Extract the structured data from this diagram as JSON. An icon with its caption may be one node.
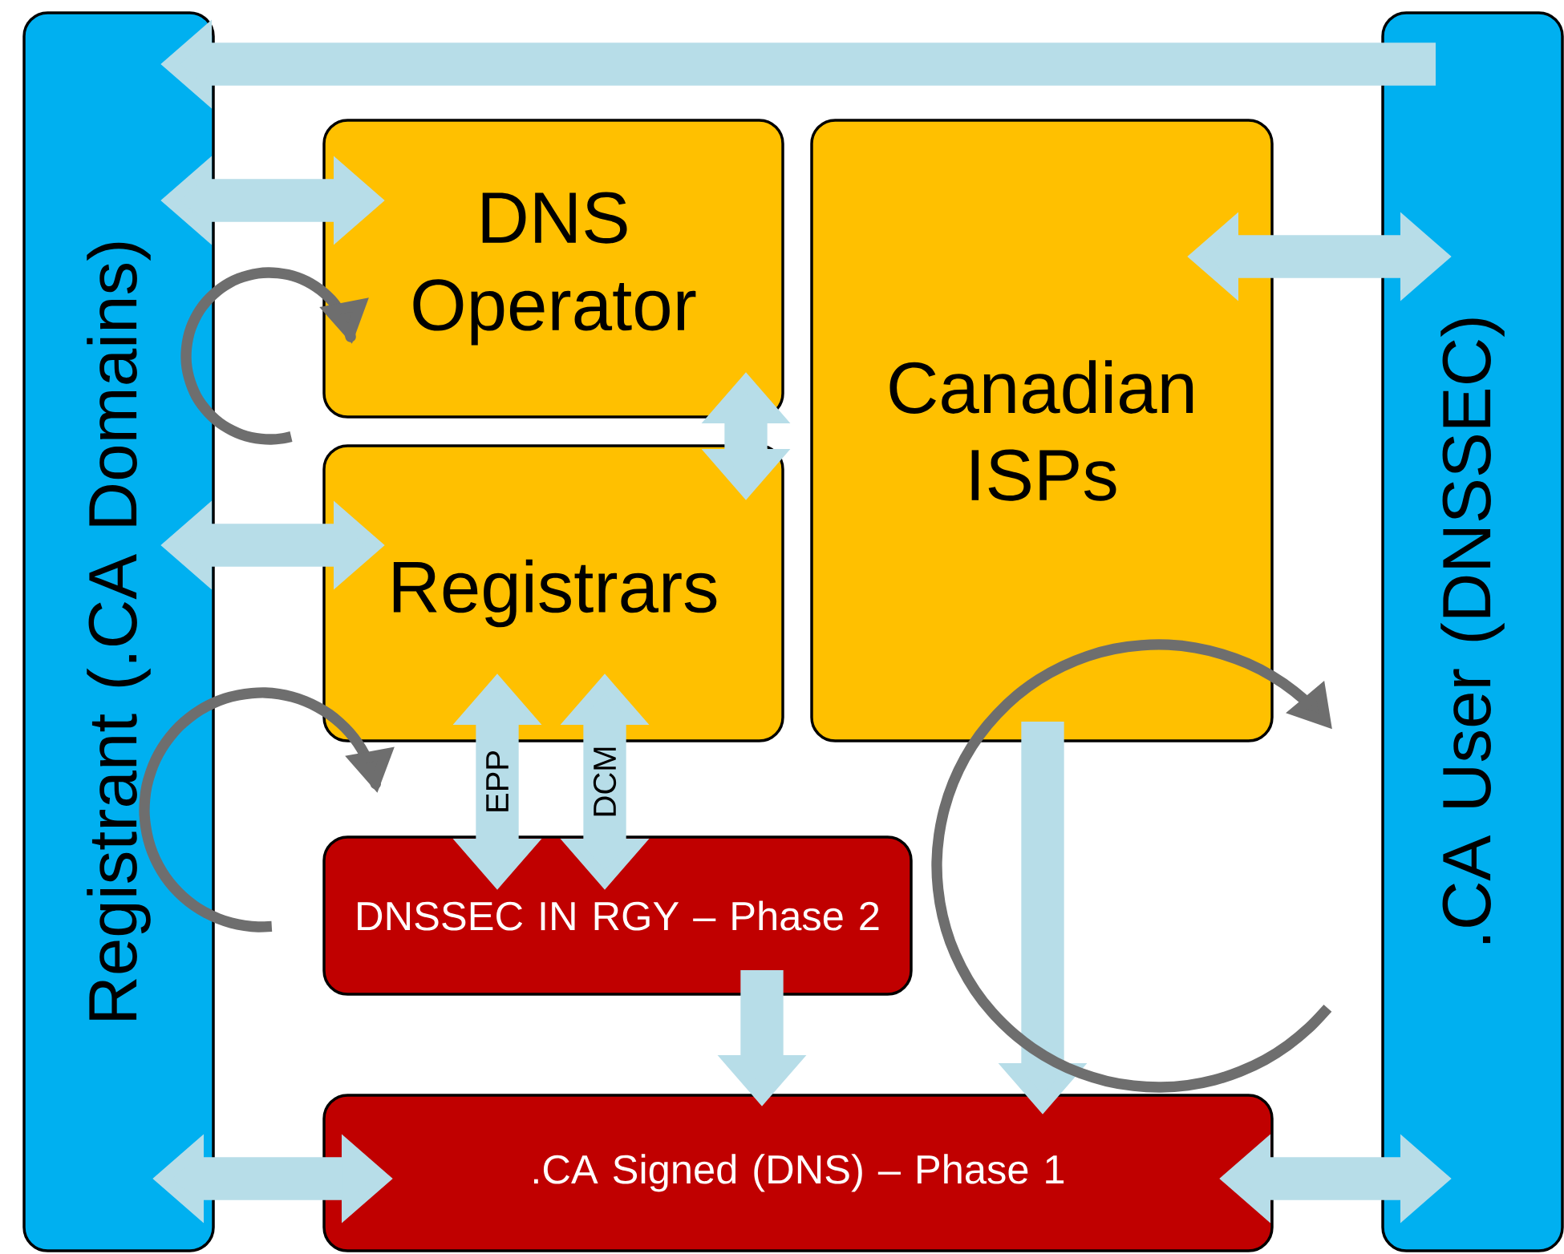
{
  "diagram": {
    "nodes": [
      {
        "text": [
          "Registrant (.CA Domains)"
        ]
      },
      {
        "text": [
          ".CA User (DNSSEC)"
        ]
      },
      {
        "text": [
          "DNS Operator"
        ]
      },
      {
        "text": [
          "Canadian ISPs"
        ]
      },
      {
        "text": [
          "Registrars"
        ]
      },
      {
        "text": [
          "DNSSEC IN RGY – Phase 2"
        ]
      },
      {
        "text": [
          ".CA Signed (DNS) – Phase 1"
        ]
      }
    ],
    "edges": [
      {
        "from": 1,
        "to": 0,
        "arrow": "to"
      },
      {
        "from": 0,
        "to": 2,
        "arrow": "both"
      },
      {
        "from": 0,
        "to": 4,
        "arrow": "both"
      },
      {
        "from": 2,
        "to": 4,
        "arrow": "both"
      },
      {
        "from": 4,
        "to": 5,
        "arrow": "both",
        "label": "EPP"
      },
      {
        "from": 4,
        "to": 5,
        "arrow": "both",
        "label": "DCM"
      },
      {
        "from": 5,
        "to": 6,
        "arrow": "to"
      },
      {
        "from": 3,
        "to": 6,
        "arrow": "to"
      },
      {
        "from": 0,
        "to": 6,
        "arrow": "both"
      },
      {
        "from": 6,
        "to": 1,
        "arrow": "both"
      },
      {
        "from": 3,
        "to": 1,
        "arrow": "both"
      }
    ]
  }
}
